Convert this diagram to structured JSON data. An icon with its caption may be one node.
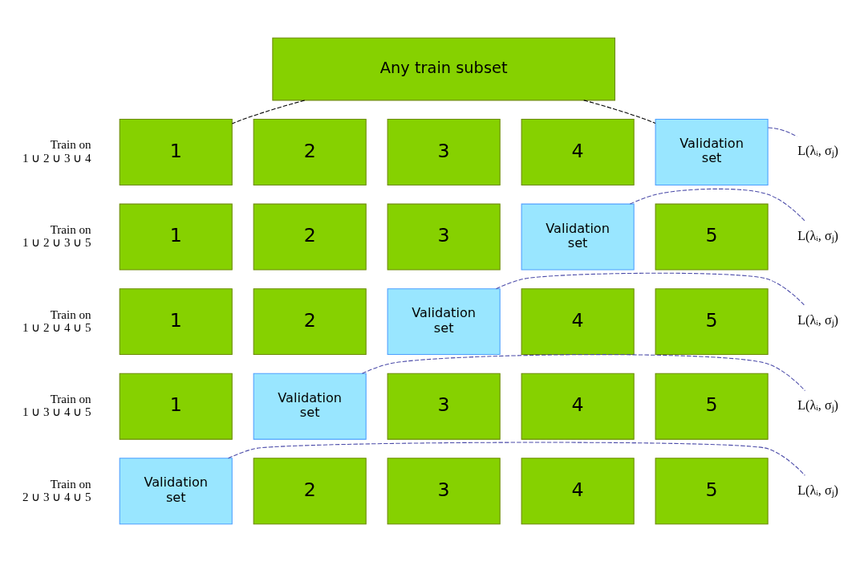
{
  "diagram": {
    "nodes": [
      {
        "text": [
          "Any train subset"
        ]
      },
      {
        "text": [
          "1"
        ]
      },
      {
        "text": [
          "2"
        ]
      },
      {
        "text": [
          "3"
        ]
      },
      {
        "text": [
          "4"
        ]
      },
      {
        "text": [
          "Validation set"
        ]
      },
      {
        "text": [
          "L(λᵢ, σⱼ)"
        ]
      },
      {
        "text": [
          "1"
        ]
      },
      {
        "text": [
          "2"
        ]
      },
      {
        "text": [
          "3"
        ]
      },
      {
        "text": [
          "Validation set"
        ]
      },
      {
        "text": [
          "5"
        ]
      },
      {
        "text": [
          "L(λᵢ, σⱼ)"
        ]
      },
      {
        "text": [
          "1"
        ]
      },
      {
        "text": [
          "2"
        ]
      },
      {
        "text": [
          "Validation set"
        ]
      },
      {
        "text": [
          "4"
        ]
      },
      {
        "text": [
          "5"
        ]
      },
      {
        "text": [
          "L(λᵢ, σⱼ)"
        ]
      },
      {
        "text": [
          "1"
        ]
      },
      {
        "text": [
          "Validation set"
        ]
      },
      {
        "text": [
          "3"
        ]
      },
      {
        "text": [
          "4"
        ]
      },
      {
        "text": [
          "5"
        ]
      },
      {
        "text": [
          "L(λᵢ, σⱼ)"
        ]
      },
      {
        "text": [
          "Validation set"
        ]
      },
      {
        "text": [
          "2"
        ]
      },
      {
        "text": [
          "3"
        ]
      },
      {
        "text": [
          "4"
        ]
      },
      {
        "text": [
          "5"
        ]
      },
      {
        "text": [
          "L(λᵢ, σⱼ)"
        ]
      }
    ],
    "edges": [
      {
        "from": 0,
        "to": 1,
        "arrow": "none",
        "style": "dashed",
        "color": "#000000"
      },
      {
        "from": 0,
        "to": 5,
        "arrow": "none",
        "style": "dashed",
        "color": "#000000"
      },
      {
        "from": 5,
        "to": 6,
        "arrow": "none",
        "style": "dashed"
      },
      {
        "from": 10,
        "to": 12,
        "arrow": "none",
        "style": "dashed"
      },
      {
        "from": 15,
        "to": 18,
        "arrow": "none",
        "style": "dashed"
      },
      {
        "from": 20,
        "to": 24,
        "arrow": "none",
        "style": "dashed"
      },
      {
        "from": 25,
        "to": 30,
        "arrow": "none",
        "style": "dashed"
      }
    ],
    "labels": [
      "Train on 1 ∪ 2 ∪ 3 ∪ 4",
      "Train on 1 ∪ 2 ∪ 3 ∪ 5",
      "Train on 1 ∪ 2 ∪ 4 ∪ 5",
      "Train on 1 ∪ 3 ∪ 4 ∪ 5",
      "Train on 2 ∪ 3 ∪ 4 ∪ 5"
    ]
  }
}
